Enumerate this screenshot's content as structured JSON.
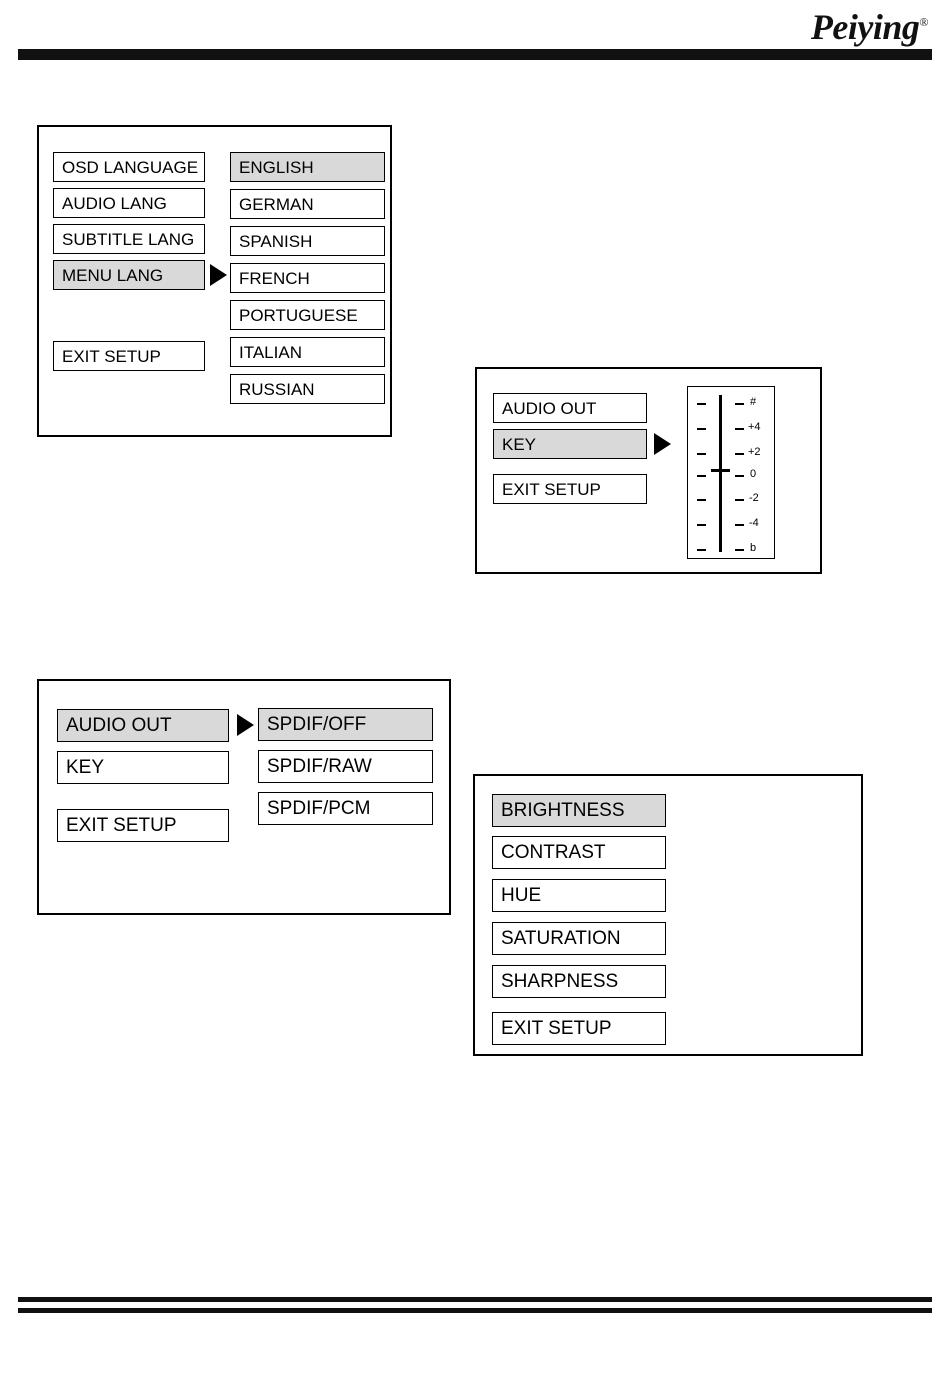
{
  "header": {
    "brand": "Peiying",
    "brand_mark": "®"
  },
  "panels": {
    "language": {
      "left_items": [
        {
          "label": "OSD LANGUAGE",
          "selected": false
        },
        {
          "label": "AUDIO LANG",
          "selected": false
        },
        {
          "label": "SUBTITLE LANG",
          "selected": false
        },
        {
          "label": "MENU LANG",
          "selected": true
        },
        {
          "label": "EXIT SETUP",
          "selected": false
        }
      ],
      "right_items": [
        {
          "label": "ENGLISH",
          "selected": true
        },
        {
          "label": "GERMAN",
          "selected": false
        },
        {
          "label": "SPANISH",
          "selected": false
        },
        {
          "label": "FRENCH",
          "selected": false
        },
        {
          "label": "PORTUGUESE",
          "selected": false
        },
        {
          "label": "ITALIAN",
          "selected": false
        },
        {
          "label": "RUSSIAN",
          "selected": false
        }
      ]
    },
    "key": {
      "left_items": [
        {
          "label": "AUDIO OUT",
          "selected": false
        },
        {
          "label": "KEY",
          "selected": true
        },
        {
          "label": "EXIT SETUP",
          "selected": false
        }
      ],
      "scale_labels": [
        "#",
        "+4",
        "+2",
        "0",
        "-2",
        "-4",
        "b"
      ],
      "current_value": "0"
    },
    "audio_out": {
      "left_items": [
        {
          "label": "AUDIO OUT",
          "selected": true
        },
        {
          "label": "KEY",
          "selected": false
        },
        {
          "label": "EXIT SETUP",
          "selected": false
        }
      ],
      "right_items": [
        {
          "label": "SPDIF/OFF",
          "selected": true
        },
        {
          "label": "SPDIF/RAW",
          "selected": false
        },
        {
          "label": "SPDIF/PCM",
          "selected": false
        }
      ]
    },
    "video": {
      "items": [
        {
          "label": "BRIGHTNESS",
          "selected": true
        },
        {
          "label": "CONTRAST",
          "selected": false
        },
        {
          "label": "HUE",
          "selected": false
        },
        {
          "label": "SATURATION",
          "selected": false
        },
        {
          "label": "SHARPNESS",
          "selected": false
        },
        {
          "label": "EXIT SETUP",
          "selected": false
        }
      ]
    }
  },
  "colors": {
    "selection": "#d9d9d9",
    "border": "#000000",
    "rule": "#111111"
  }
}
